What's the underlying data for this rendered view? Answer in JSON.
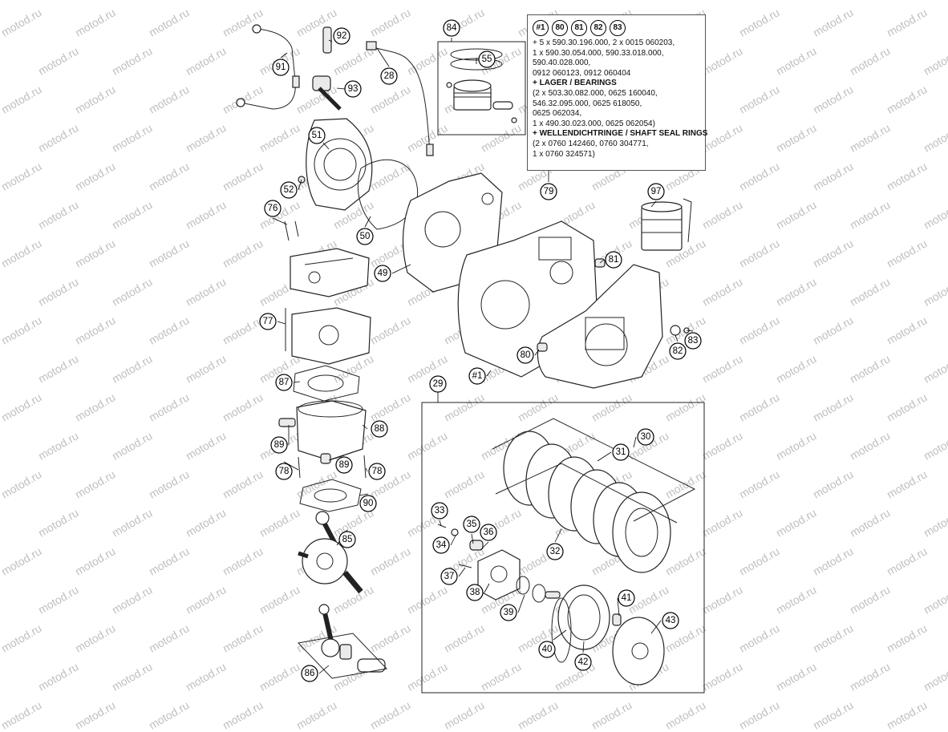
{
  "watermark": "motod.ru",
  "kit_box": {
    "badges": [
      "#1",
      "80",
      "81",
      "82",
      "83"
    ],
    "lines": [
      {
        "type": "line",
        "text": "+ 5 x 590.30.196.000, 2 x 0015 060203,"
      },
      {
        "type": "line",
        "text": "   1 x 590.30.054.000, 590.33.018.000,"
      },
      {
        "type": "line",
        "text": "        590.40.028.000,"
      },
      {
        "type": "line",
        "text": "        0912 060123, 0912 060404"
      },
      {
        "type": "head",
        "text": "+ LAGER / BEARINGS"
      },
      {
        "type": "line",
        "text": "  (2 x 503.30.082.000, 0625 160040,"
      },
      {
        "type": "line",
        "text": "        546.32.095.000, 0625 618050,"
      },
      {
        "type": "line",
        "text": "        0625 062034,"
      },
      {
        "type": "line",
        "text": "   1 x 490.30.023.000, 0625 062054)"
      },
      {
        "type": "head",
        "text": "+ WELLENDICHTRINGE / SHAFT SEAL RINGS"
      },
      {
        "type": "line",
        "text": "  (2 x 0760 142460, 0760 304771,"
      },
      {
        "type": "line",
        "text": "   1 x 0760 324571)"
      }
    ]
  },
  "callouts": [
    {
      "label": "84"
    },
    {
      "label": "55"
    },
    {
      "label": "92"
    },
    {
      "label": "28"
    },
    {
      "label": "91"
    },
    {
      "label": "93"
    },
    {
      "label": "51"
    },
    {
      "label": "52"
    },
    {
      "label": "76"
    },
    {
      "label": "50"
    },
    {
      "label": "49"
    },
    {
      "label": "79"
    },
    {
      "label": "97"
    },
    {
      "label": "81"
    },
    {
      "label": "77"
    },
    {
      "label": "87"
    },
    {
      "label": "80"
    },
    {
      "label": "#1"
    },
    {
      "label": "82"
    },
    {
      "label": "83"
    },
    {
      "label": "29"
    },
    {
      "label": "88"
    },
    {
      "label": "89"
    },
    {
      "label": "89"
    },
    {
      "label": "78"
    },
    {
      "label": "78"
    },
    {
      "label": "90"
    },
    {
      "label": "85"
    },
    {
      "label": "86"
    },
    {
      "label": "30"
    },
    {
      "label": "31"
    },
    {
      "label": "32"
    },
    {
      "label": "33"
    },
    {
      "label": "34"
    },
    {
      "label": "35"
    },
    {
      "label": "36"
    },
    {
      "label": "37"
    },
    {
      "label": "38"
    },
    {
      "label": "39"
    },
    {
      "label": "40"
    },
    {
      "label": "41"
    },
    {
      "label": "42"
    },
    {
      "label": "43"
    }
  ]
}
